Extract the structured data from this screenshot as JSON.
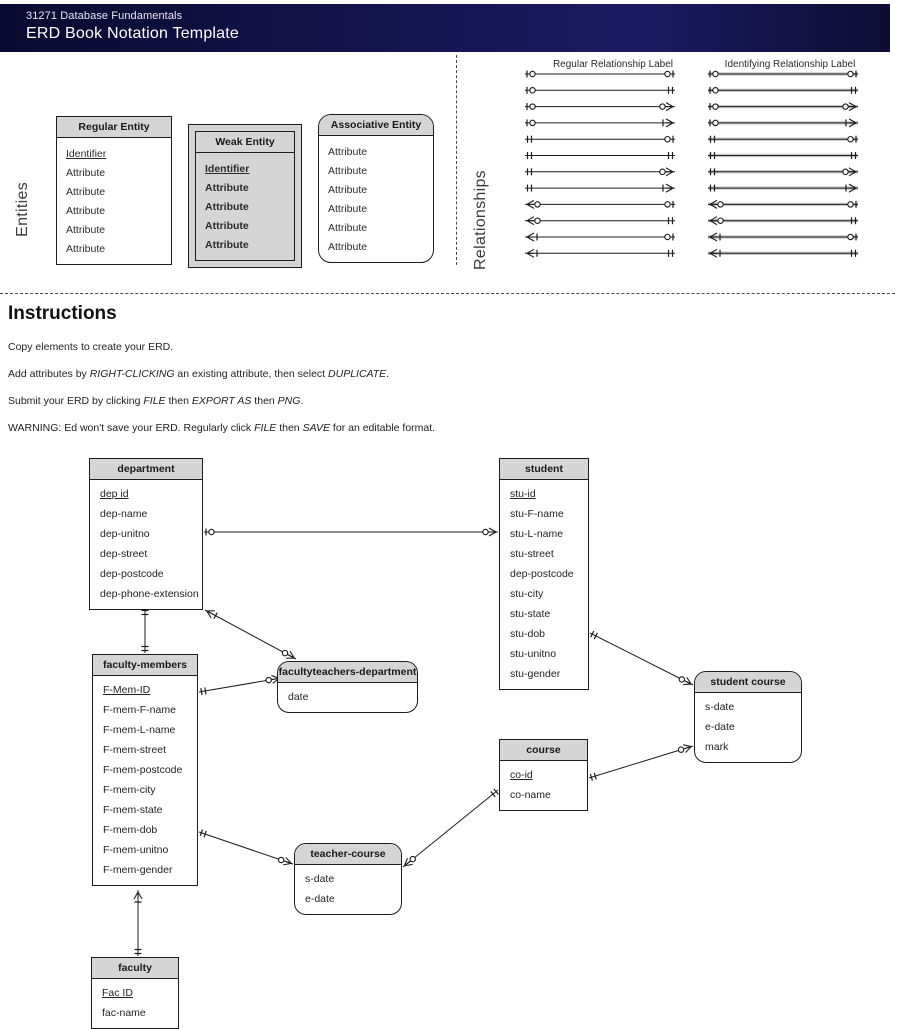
{
  "titlebar": {
    "course": "31271 Database Fundamentals",
    "title": "ERD Book Notation Template"
  },
  "legend": {
    "entities_label": "Entities",
    "relationships_label": "Relationships",
    "entities": [
      {
        "name": "regular-entity",
        "title": "Regular Entity",
        "attributes": [
          "Identifier",
          "Attribute",
          "Attribute",
          "Attribute",
          "Attribute",
          "Attribute"
        ],
        "pk_index": 0
      },
      {
        "name": "weak-entity",
        "title": "Weak Entity",
        "attributes": [
          "Identifier",
          "Attribute",
          "Attribute",
          "Attribute",
          "Attribute"
        ],
        "pk_index": 0
      },
      {
        "name": "associative-entity",
        "title": "Associative Entity",
        "attributes": [
          "Attribute",
          "Attribute",
          "Attribute",
          "Attribute",
          "Attribute",
          "Attribute"
        ],
        "pk_index": -1
      }
    ],
    "relationship_columns": [
      "Regular Relationship Label",
      "Identifying Relationship Label"
    ],
    "relationship_rows": [
      {
        "left": "one-optional",
        "right": "one-optional"
      },
      {
        "left": "one-optional",
        "right": "one-mandatory"
      },
      {
        "left": "one-optional",
        "right": "many-optional"
      },
      {
        "left": "one-optional",
        "right": "many-mandatory"
      },
      {
        "left": "one-mandatory",
        "right": "one-optional"
      },
      {
        "left": "one-mandatory",
        "right": "one-mandatory"
      },
      {
        "left": "one-mandatory",
        "right": "many-optional"
      },
      {
        "left": "one-mandatory",
        "right": "many-mandatory"
      },
      {
        "left": "many-optional",
        "right": "one-optional"
      },
      {
        "left": "many-optional",
        "right": "one-mandatory"
      },
      {
        "left": "many-mandatory",
        "right": "one-optional"
      },
      {
        "left": "many-mandatory",
        "right": "one-mandatory"
      }
    ]
  },
  "instructions": {
    "heading": "Instructions",
    "lines": [
      "Copy elements to create your ERD.",
      "Add attributes by RIGHT-CLICKING an existing attribute, then select DUPLICATE.",
      "Submit your ERD by clicking FILE then EXPORT AS then PNG.",
      "WARNING: Ed won't save your ERD. Regularly click FILE then SAVE for an editable format."
    ]
  },
  "erd": {
    "entities": {
      "department": {
        "title": "department",
        "attributes": [
          "dep id",
          "dep-name",
          "dep-unitno",
          "dep-street",
          "dep-postcode",
          "dep-phone-extension"
        ],
        "pk_index": 0
      },
      "student": {
        "title": "student",
        "attributes": [
          "stu-id",
          "stu-F-name",
          "stu-L-name",
          "stu-street",
          "dep-postcode",
          "stu-city",
          "stu-state",
          "stu-dob",
          "stu-unitno",
          "stu-gender"
        ],
        "pk_index": 0
      },
      "faculty_members": {
        "title": "faculty-members",
        "attributes": [
          "F-Mem-ID",
          "F-mem-F-name",
          "F-mem-L-name",
          "F-mem-street",
          "F-mem-postcode",
          "F-mem-city",
          "F-mem-state",
          "F-mem-dob",
          "F-mem-unitno",
          "F-mem-gender"
        ],
        "pk_index": 0
      },
      "faculty": {
        "title": "faculty",
        "attributes": [
          "Fac ID",
          "fac-name"
        ],
        "pk_index": 0
      },
      "course": {
        "title": "course",
        "attributes": [
          "co-id",
          "co-name"
        ],
        "pk_index": 0
      },
      "facultyteachers_department": {
        "title": "facultyteachers-department",
        "attributes": [
          "date"
        ],
        "pk_index": -1
      },
      "student_course": {
        "title": "student course",
        "attributes": [
          "s-date",
          "e-date",
          "mark"
        ],
        "pk_index": -1
      },
      "teacher_course": {
        "title": "teacher-course",
        "attributes": [
          "s-date",
          "e-date"
        ],
        "pk_index": -1
      }
    },
    "relationships": [
      {
        "from": "department",
        "to": "student",
        "from_card": "one-mandatory-optional",
        "to_card": "many-optional"
      },
      {
        "from": "department",
        "to": "faculty-members",
        "from_card": "one-mandatory",
        "to_card": "one-mandatory"
      },
      {
        "from": "department",
        "to": "facultyteachers-department",
        "from_card": "many-mandatory",
        "to_card": "many-optional"
      },
      {
        "from": "faculty-members",
        "to": "facultyteachers-department",
        "from_card": "one-mandatory",
        "to_card": "many-optional"
      },
      {
        "from": "faculty-members",
        "to": "teacher-course",
        "from_card": "one-mandatory",
        "to_card": "many-optional"
      },
      {
        "from": "faculty-members",
        "to": "faculty",
        "from_card": "many-mandatory",
        "to_card": "one-mandatory"
      },
      {
        "from": "student",
        "to": "student course",
        "from_card": "one-mandatory",
        "to_card": "many-optional"
      },
      {
        "from": "course",
        "to": "student course",
        "from_card": "one-mandatory",
        "to_card": "many-optional"
      },
      {
        "from": "course",
        "to": "teacher-course",
        "from_card": "one-mandatory",
        "to_card": "many-optional"
      }
    ]
  },
  "colors": {
    "header_dark": "#0a0a30",
    "header_light": "#1b1b63",
    "entity_header": "#d5d5d5",
    "line": "#1c1c1c"
  }
}
